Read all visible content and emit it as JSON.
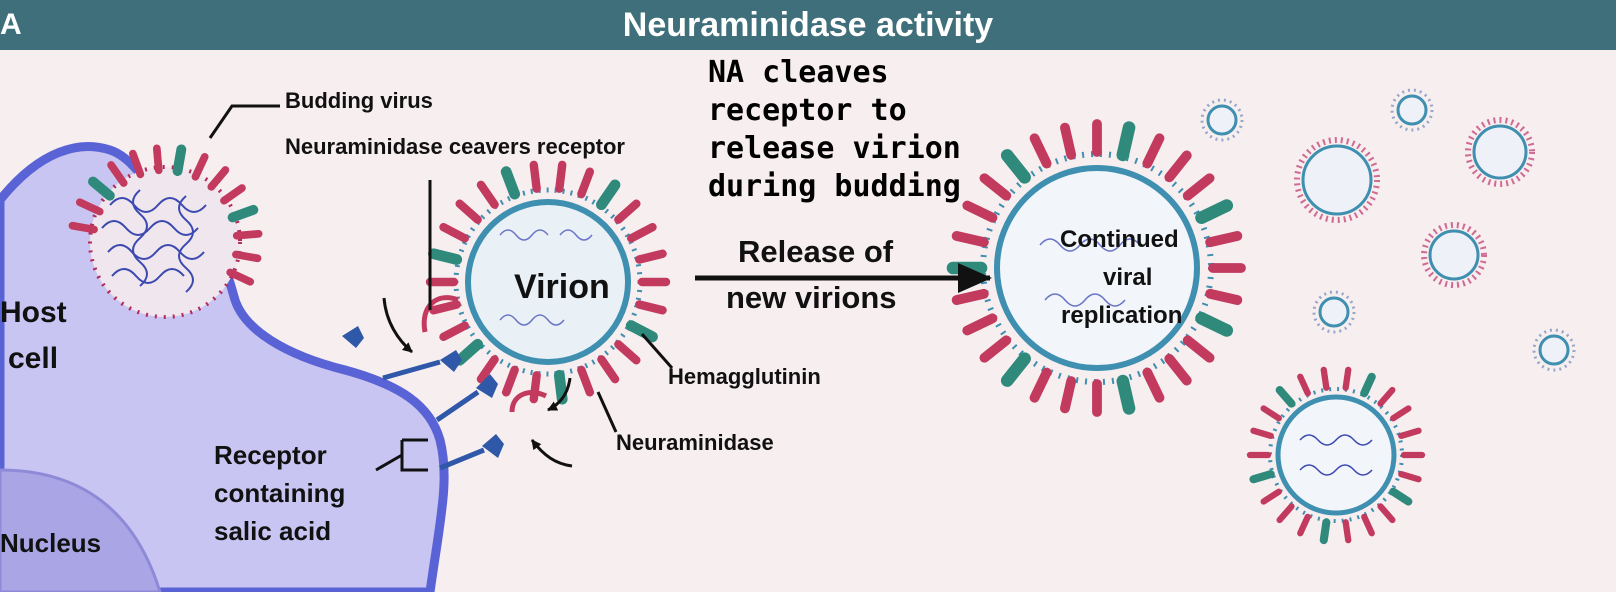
{
  "panel_letter": "A",
  "title": "Neuraminidase activity",
  "labels": {
    "budding_virus": "Budding virus",
    "na_cleaves": "Neuraminidase ceavers receptor",
    "host_cell": [
      "Host",
      "cell"
    ],
    "nucleus": "Nucleus",
    "virion": "Virion",
    "release": [
      "Release of",
      "new virions"
    ],
    "continued": [
      "Continued",
      "viral",
      "replication"
    ],
    "hemagglutinin": "Hemagglutinin",
    "neuraminidase": "Neuraminidase",
    "receptor": [
      "Receptor",
      "containing",
      "salic acid"
    ]
  },
  "handwritten_note": [
    "NA cleaves",
    "receptor to",
    "release virion",
    "during budding"
  ],
  "colors": {
    "header": "#3f6f7a",
    "background": "#f7eef0",
    "host_cell": "#c9c5f2",
    "membrane": "#5a63d6",
    "hemagglutinin": "#c23a5e",
    "neuraminidase": "#2f8a7c",
    "rna": "#3b49b0",
    "receptor": "#2f59a8"
  }
}
